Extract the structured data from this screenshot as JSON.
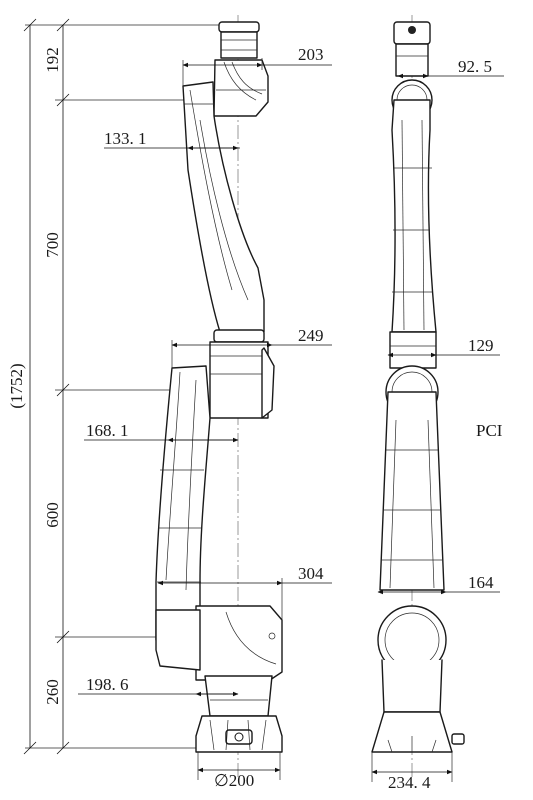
{
  "dimensions": {
    "left_192": "192",
    "left_700": "700",
    "left_600": "600",
    "left_260": "260",
    "left_total": "(1752)",
    "w_203": "203",
    "w_133": "133. 1",
    "w_249": "249",
    "w_168": "168. 1",
    "w_304": "304",
    "w_198": "198. 6",
    "base_200": "∅200",
    "r_92": "92. 5",
    "r_129": "129",
    "r_164": "164",
    "r_234": "234. 4",
    "r_pci": "PCI"
  }
}
